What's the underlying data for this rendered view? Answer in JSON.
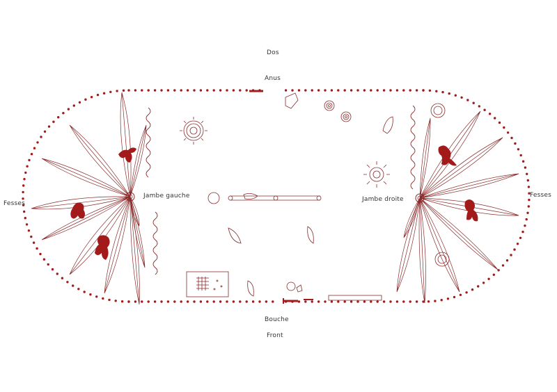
{
  "labels": {
    "dos": "Dos",
    "anus": "Anus",
    "bouche": "Bouche",
    "front": "Front",
    "fesses_left": "Fesses",
    "fesses_right": "Fesses",
    "jambe_gauche": "Jambe gauche",
    "jambe_droite": "Jambe droite"
  },
  "colors": {
    "accent": "#a31a1a",
    "line": "#8a2a2a",
    "text": "#333333"
  }
}
